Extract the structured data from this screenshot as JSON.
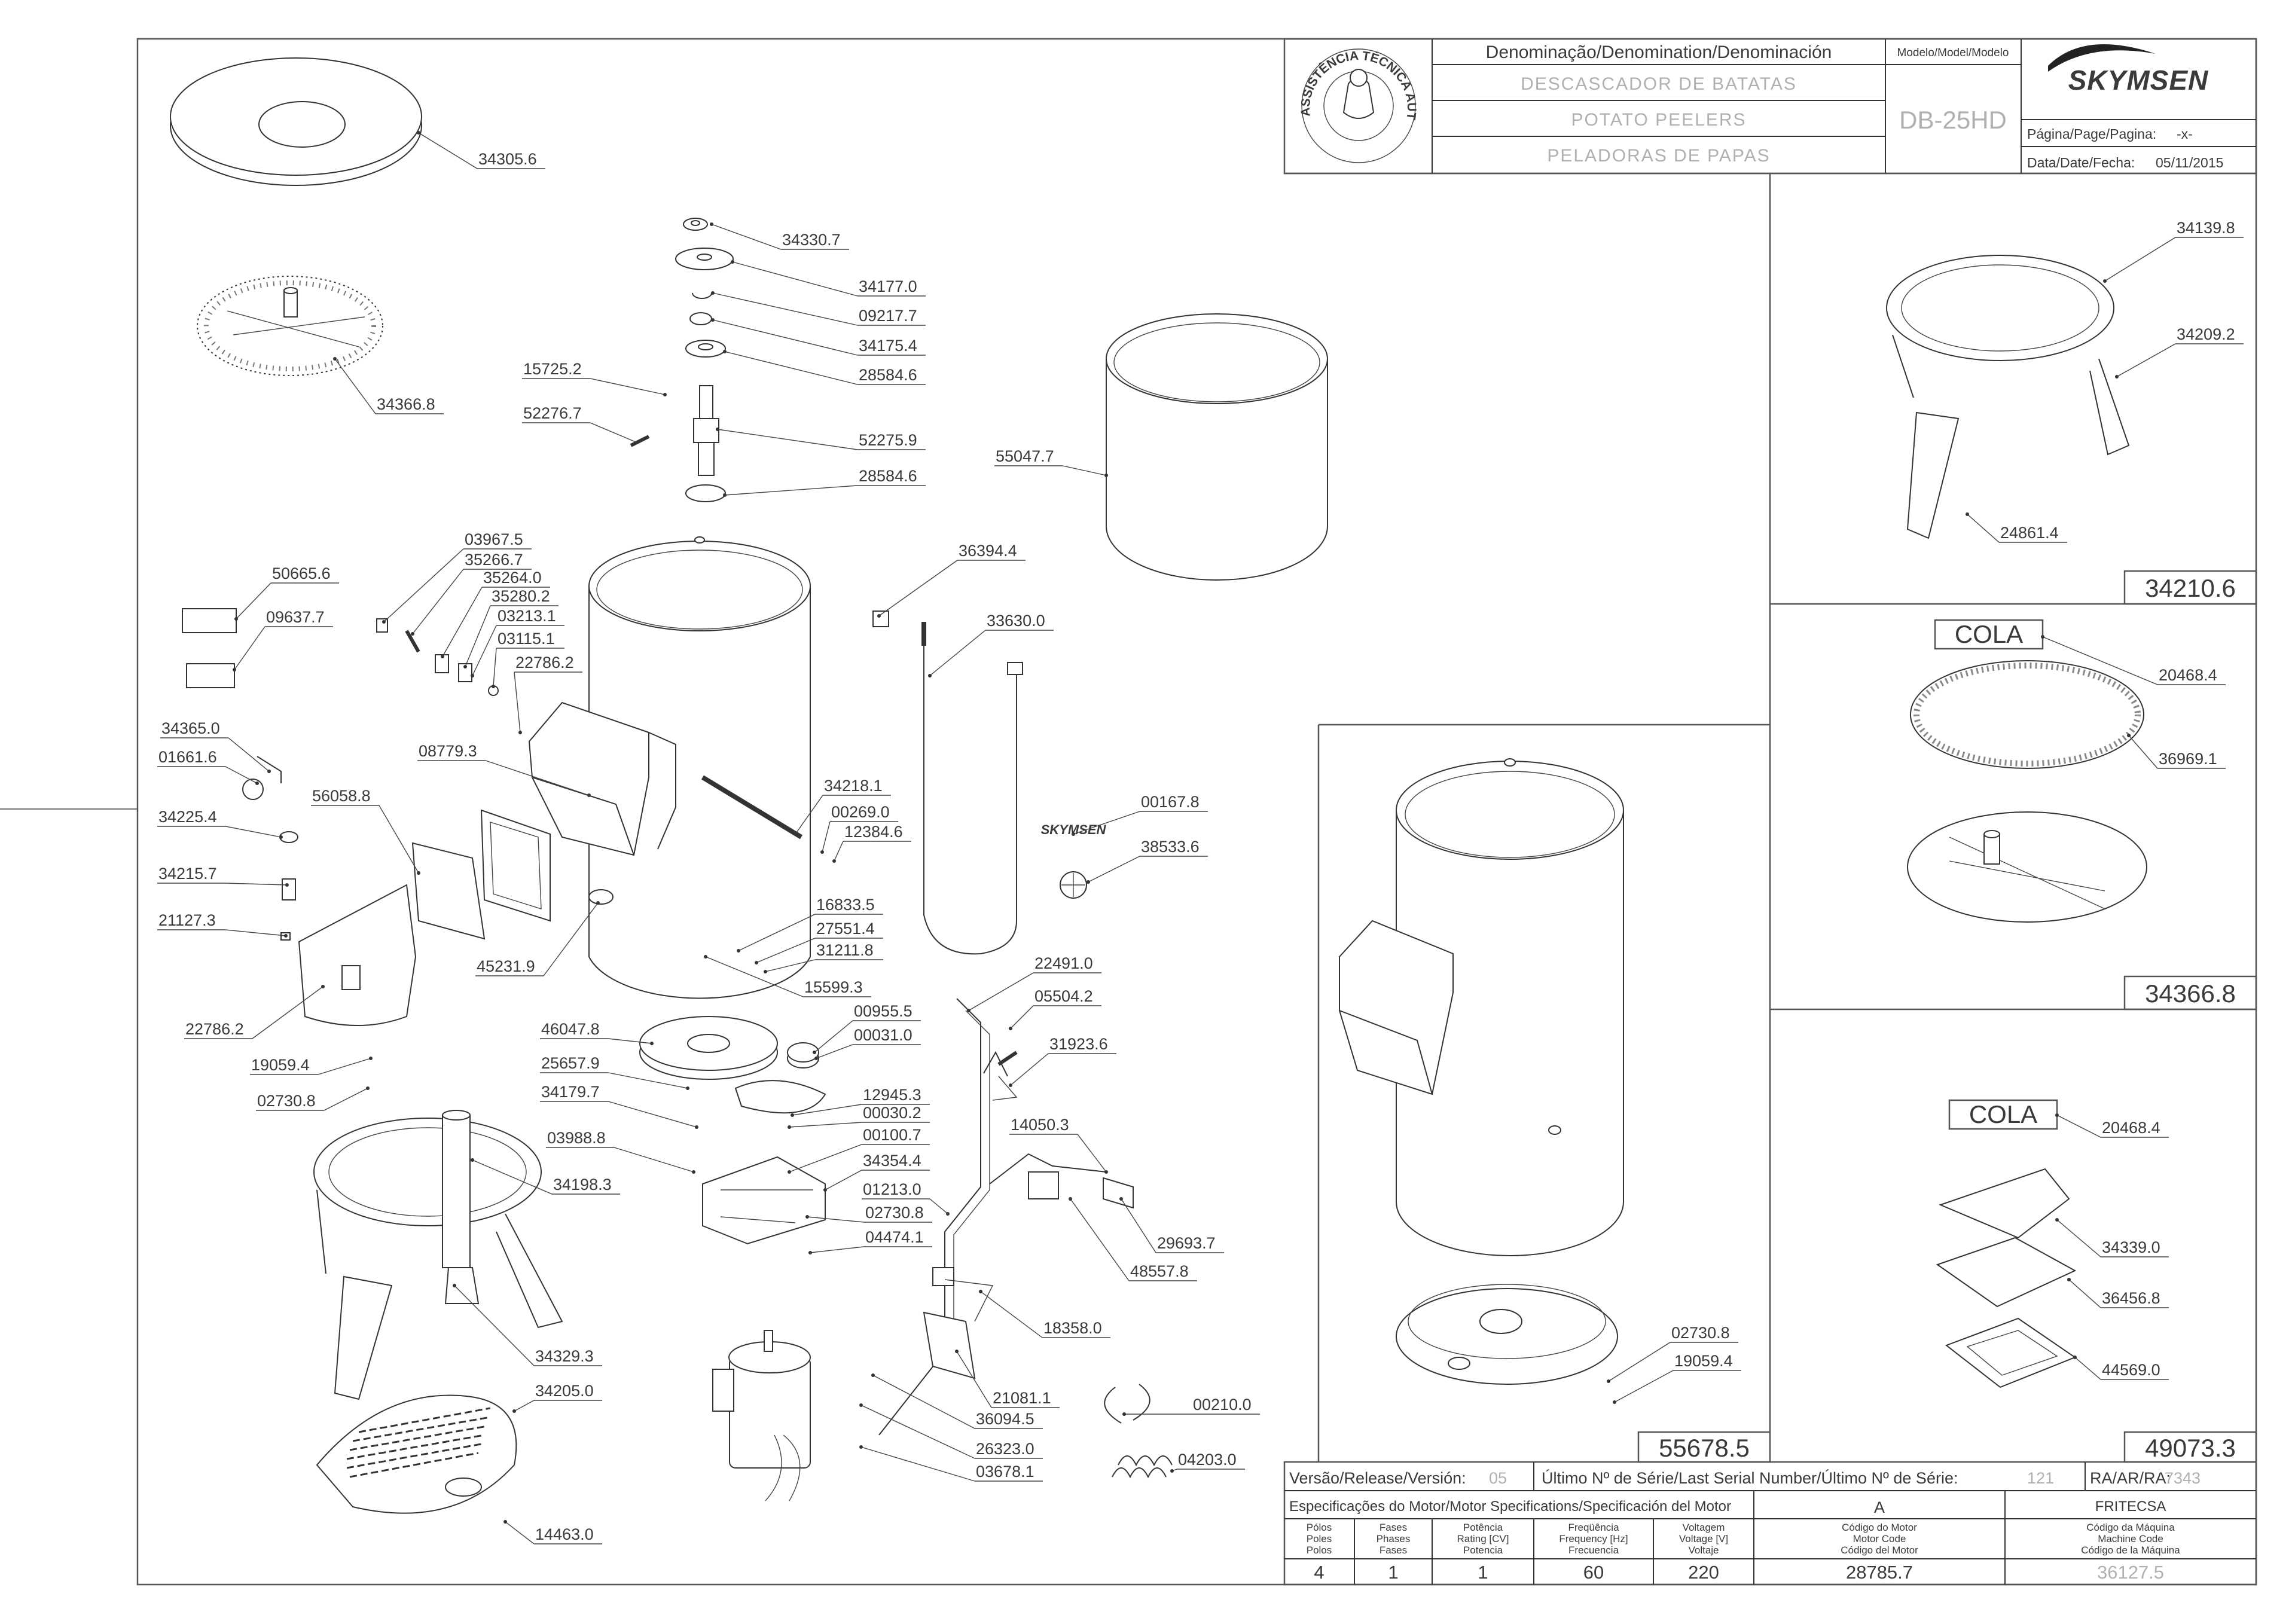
{
  "title_block": {
    "denomination_header": "Denominação/Denomination/Denominación",
    "name_pt": "DESCASCADOR DE BATATAS",
    "name_en": "POTATO PEELERS",
    "name_es": "PELADORAS DE PAPAS",
    "model_header": "Modelo/Model/Modelo",
    "model": "DB-25HD",
    "brand": "SKYMSEN",
    "page_label": "Página/Page/Pagina:",
    "page_value": "-x-",
    "date_label": "Data/Date/Fecha:",
    "date_value": "05/11/2015",
    "seal_text": "ASSISTÊNCIA TÉCNICA AUTORIZADA"
  },
  "footer": {
    "version_label": "Versão/Release/Versión:",
    "version_value": "05",
    "serial_label": "Último Nº de Série/Last Serial Number/Último Nº de Série:",
    "serial_value": "121",
    "ra_label": "RA/AR/RA:",
    "ra_value": "7343",
    "motor_spec_label": "Especificações do Motor/Motor Specifications/Specificación del Motor",
    "motor_variant": "A",
    "manufacturer": "FRITECSA",
    "h_poles": [
      "Pólos",
      "Poles",
      "Polos"
    ],
    "h_phases": [
      "Fases",
      "Phases",
      "Fases"
    ],
    "h_power": [
      "Potência",
      "Rating [CV]",
      "Potencia"
    ],
    "h_freq": [
      "Freqüência",
      "Frequency [Hz]",
      "Frecuencia"
    ],
    "h_voltage": [
      "Voltagem",
      "Voltage [V]",
      "Voltaje"
    ],
    "h_motor_code": [
      "Código do Motor",
      "Motor Code",
      "Código del Motor"
    ],
    "h_machine_code": [
      "Código da Máquina",
      "Machine Code",
      "Código de la Máquina"
    ],
    "poles": "4",
    "phases": "1",
    "power": "1",
    "frequency": "60",
    "voltage": "220",
    "motor_code": "28785.7",
    "machine_code": "36127.5"
  },
  "assemblies": {
    "a1": "34210.6",
    "a2": "34366.8",
    "a3": "55678.5",
    "a4": "49073.3",
    "cola_1": "COLA",
    "cola_2": "COLA"
  },
  "labels": {
    "l34305_6": "34305.6",
    "l34366_8": "34366.8",
    "l34330_7": "34330.7",
    "l34177_0": "34177.0",
    "l09217_7": "09217.7",
    "l34175_4": "34175.4",
    "l28584_6a": "28584.6",
    "l15725_2": "15725.2",
    "l52276_7": "52276.7",
    "l52275_9": "52275.9",
    "l28584_6b": "28584.6",
    "l55047_7": "55047.7",
    "l03967_5": "03967.5",
    "l35266_7": "35266.7",
    "l35264_0": "35264.0",
    "l35280_2": "35280.2",
    "l03213_1": "03213.1",
    "l03115_1": "03115.1",
    "l22786_2a": "22786.2",
    "l36394_4": "36394.4",
    "l33630_0": "33630.0",
    "l50665_6": "50665.6",
    "l09637_7": "09637.7",
    "l34365_0": "34365.0",
    "l01661_6": "01661.6",
    "l08779_3": "08779.3",
    "l56058_8": "56058.8",
    "l34225_4": "34225.4",
    "l34218_1": "34218.1",
    "l00269_0": "00269.0",
    "l12384_6": "12384.6",
    "l00167_8": "00167.8",
    "l38533_6": "38533.6",
    "l34215_7": "34215.7",
    "l21127_3": "21127.3",
    "l16833_5": "16833.5",
    "l27551_4": "27551.4",
    "l31211_8": "31211.8",
    "l45231_9": "45231.9",
    "l15599_3": "15599.3",
    "l22491_0": "22491.0",
    "l05504_2": "05504.2",
    "l22786_2b": "22786.2",
    "l46047_8": "46047.8",
    "l00955_5": "00955.5",
    "l00031_0": "00031.0",
    "l31923_6": "31923.6",
    "l19059_4a": "19059.4",
    "l25657_9": "25657.9",
    "l02730_8a": "02730.8",
    "l34179_7": "34179.7",
    "l12945_3": "12945.3",
    "l00030_2": "00030.2",
    "l14050_3": "14050.3",
    "l03988_8": "03988.8",
    "l00100_7": "00100.7",
    "l34354_4": "34354.4",
    "l34198_3": "34198.3",
    "l01213_0": "01213.0",
    "l02730_8b": "02730.8",
    "l04474_1": "04474.1",
    "l29693_7": "29693.7",
    "l48557_8": "48557.8",
    "l18358_0": "18358.0",
    "l34329_3": "34329.3",
    "l34205_0": "34205.0",
    "l21081_1": "21081.1",
    "l36094_5": "36094.5",
    "l00210_0": "00210.0",
    "l26323_0": "26323.0",
    "l03678_1": "03678.1",
    "l04203_0": "04203.0",
    "l14463_0": "14463.0",
    "l34139_8": "34139.8",
    "l34209_2": "34209.2",
    "l24861_4": "24861.4",
    "l20468_4a": "20468.4",
    "l36969_1": "36969.1",
    "l20468_4b": "20468.4",
    "l34339_0": "34339.0",
    "l36456_8": "36456.8",
    "l44569_0": "44569.0",
    "l02730_8c": "02730.8",
    "l19059_4b": "19059.4"
  }
}
